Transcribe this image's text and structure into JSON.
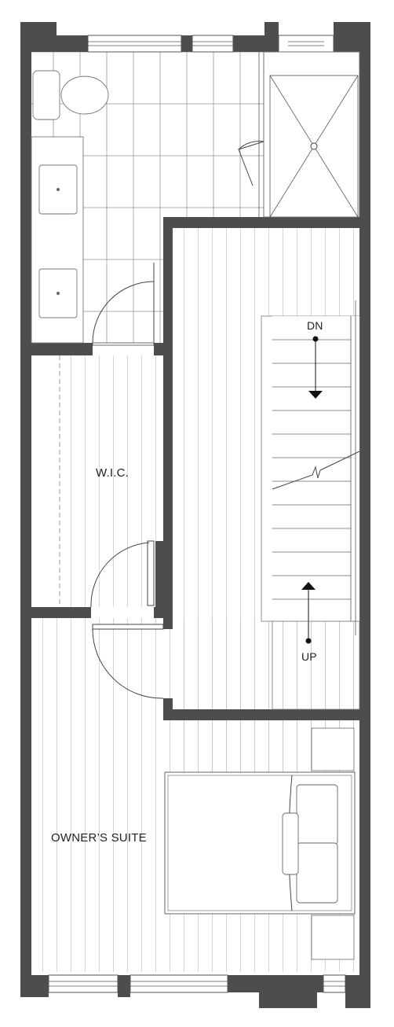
{
  "rooms": {
    "closet_label": "W.I.C.",
    "suite_label": "OWNER’S SUITE"
  },
  "stairs": {
    "down_label": "DN",
    "up_label": "UP"
  },
  "colors": {
    "wall": "#4d4d4f",
    "floor_lines": "#c4c4c4",
    "background": "#ffffff"
  }
}
